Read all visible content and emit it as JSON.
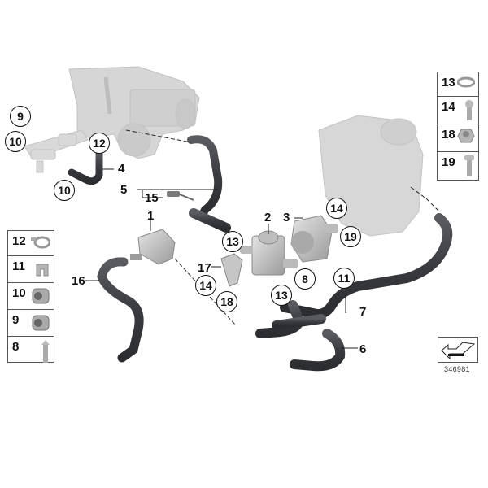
{
  "diagram": {
    "type": "exploded parts diagram",
    "subject": "Coolant hoses, electric water pump and valve assembly",
    "image_number": "346981",
    "colors": {
      "background": "#ffffff",
      "component_gray": "#c8c8c8",
      "hose_dark": "#3e3f44",
      "line": "#111111"
    }
  },
  "callouts": [
    {
      "id": "c9",
      "label": "9",
      "circled": true
    },
    {
      "id": "c10a",
      "label": "10",
      "circled": true
    },
    {
      "id": "c10b",
      "label": "10",
      "circled": true
    },
    {
      "id": "c12",
      "label": "12",
      "circled": true
    },
    {
      "id": "c4",
      "label": "4",
      "circled": false
    },
    {
      "id": "c5",
      "label": "5",
      "circled": false
    },
    {
      "id": "c15",
      "label": "15",
      "circled": false
    },
    {
      "id": "c1",
      "label": "1",
      "circled": false
    },
    {
      "id": "c16",
      "label": "16",
      "circled": false
    },
    {
      "id": "c2",
      "label": "2",
      "circled": false
    },
    {
      "id": "c3",
      "label": "3",
      "circled": false
    },
    {
      "id": "c14a",
      "label": "14",
      "circled": true
    },
    {
      "id": "c13a",
      "label": "13",
      "circled": true
    },
    {
      "id": "c19",
      "label": "19",
      "circled": true
    },
    {
      "id": "c17",
      "label": "17",
      "circled": false
    },
    {
      "id": "c14b",
      "label": "14",
      "circled": true
    },
    {
      "id": "c8",
      "label": "8",
      "circled": true
    },
    {
      "id": "c11",
      "label": "11",
      "circled": true
    },
    {
      "id": "c13b",
      "label": "13",
      "circled": true
    },
    {
      "id": "c18",
      "label": "18",
      "circled": true
    },
    {
      "id": "c7",
      "label": "7",
      "circled": false
    },
    {
      "id": "c6",
      "label": "6",
      "circled": false
    }
  ],
  "legend_right": [
    {
      "num": "13",
      "part": "hose clamp ring",
      "icon": "clamp-ring-icon"
    },
    {
      "num": "14",
      "part": "screw",
      "icon": "screw-icon"
    },
    {
      "num": "18",
      "part": "hex nut",
      "icon": "hex-nut-icon"
    },
    {
      "num": "19",
      "part": "bolt",
      "icon": "bolt-icon"
    }
  ],
  "legend_left": [
    {
      "num": "12",
      "part": "hose clamp",
      "icon": "hose-clamp-icon"
    },
    {
      "num": "11",
      "part": "clip",
      "icon": "clip-icon"
    },
    {
      "num": "10",
      "part": "connector",
      "icon": "connector-icon"
    },
    {
      "num": "9",
      "part": "connector",
      "icon": "connector-icon"
    },
    {
      "num": "8",
      "part": "stud bolt",
      "icon": "stud-icon"
    }
  ]
}
